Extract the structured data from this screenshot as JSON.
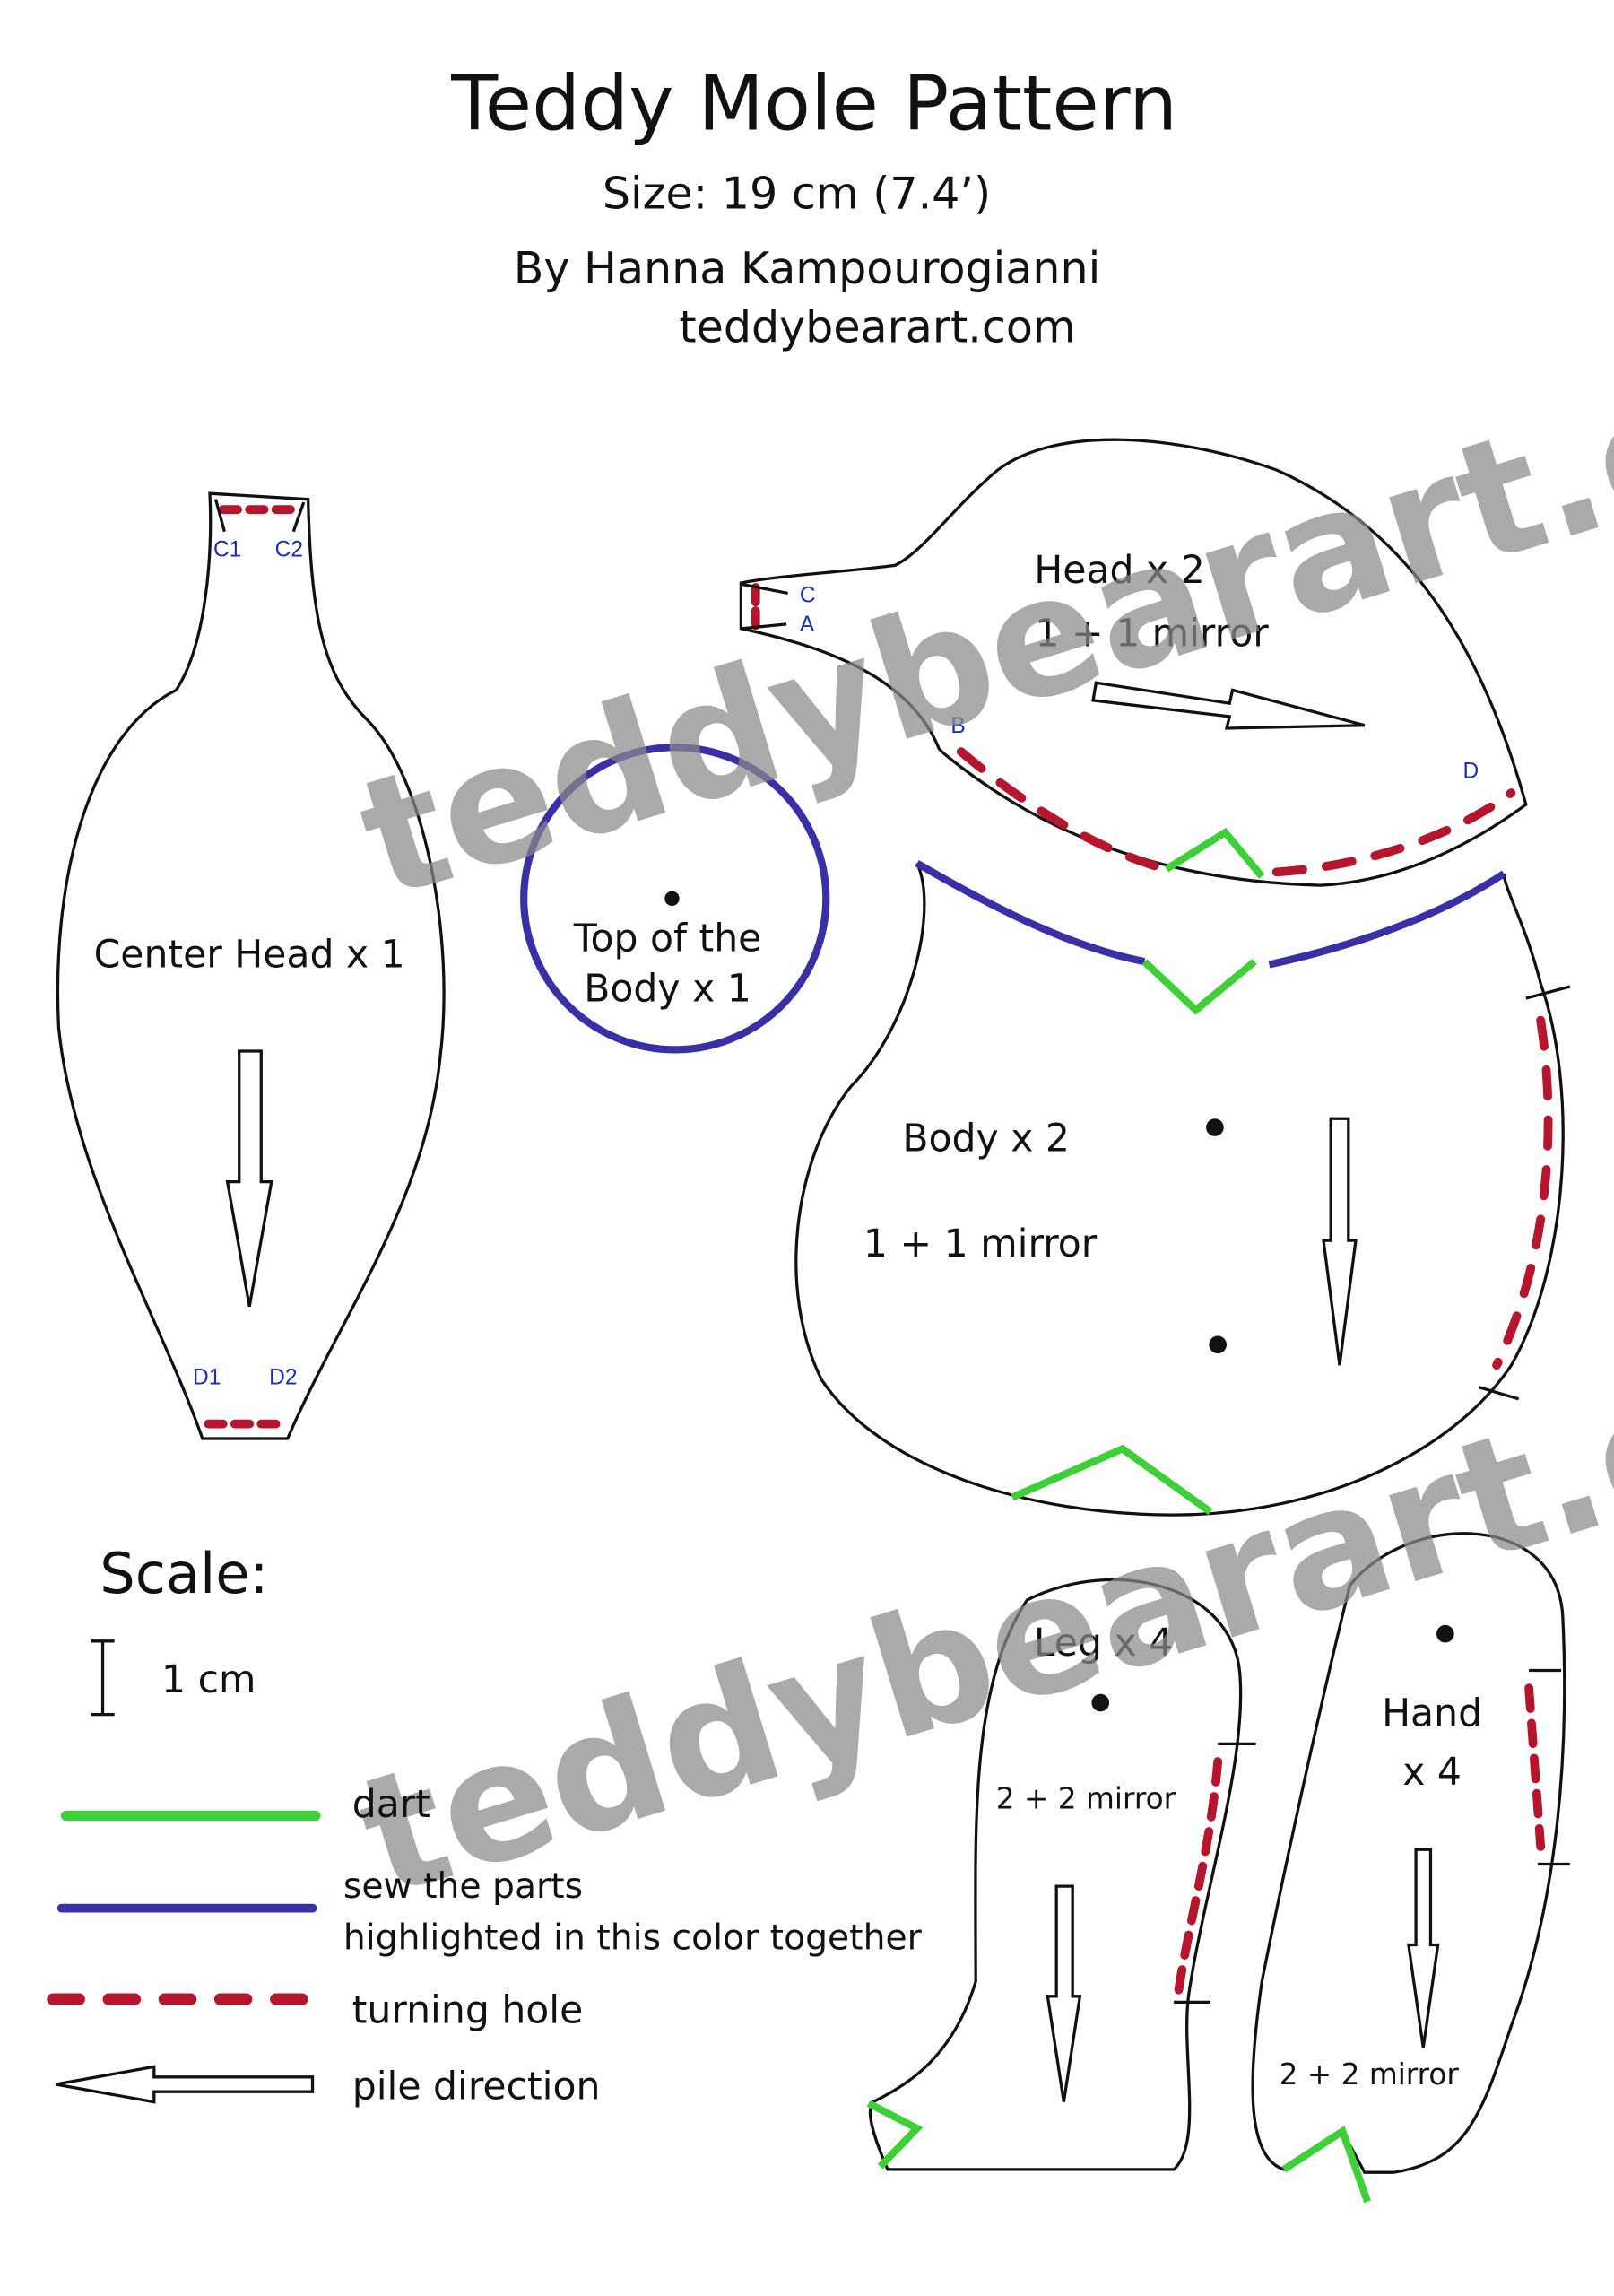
{
  "header": {
    "title": "Teddy Mole Pattern",
    "size": "Size: 19 cm (7.4’)",
    "author": "By Hanna Kampourogianni",
    "website": "teddybearart.com"
  },
  "watermark": "teddybearart.com",
  "pieces": {
    "center_head": {
      "label": "Center Head x 1",
      "points": [
        "C1",
        "C2",
        "D1",
        "D2"
      ]
    },
    "top_body": {
      "line1": "Top of the",
      "line2": "Body x 1"
    },
    "head": {
      "line1": "Head x 2",
      "line2": "1 + 1 mirror",
      "points": [
        "C",
        "A",
        "B",
        "D"
      ]
    },
    "body": {
      "line1": "Body x 2",
      "line2": "1 + 1 mirror"
    },
    "leg": {
      "line1": "Leg x 4",
      "line2": "2 + 2 mirror"
    },
    "hand": {
      "line1": "Hand",
      "line2": "x 4",
      "line3": "2 + 2 mirror"
    }
  },
  "scale": {
    "title": "Scale:",
    "unit": "1 cm"
  },
  "legend": [
    {
      "label": "dart"
    },
    {
      "label": "sew the parts",
      "label2": "highlighted in this color together"
    },
    {
      "label": "turning hole"
    },
    {
      "label": "pile direction"
    }
  ],
  "colors": {
    "dart": "#3fcf38",
    "sew": "#3b2fa6",
    "turning_hole": "#b5162d"
  }
}
